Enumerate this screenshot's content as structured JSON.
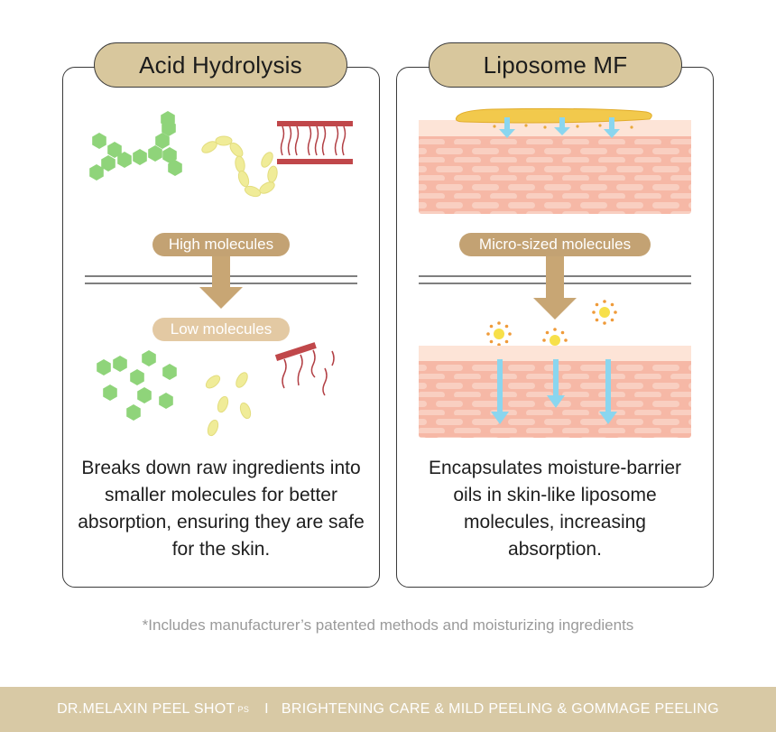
{
  "left_panel": {
    "title": "Acid Hydrolysis",
    "tag_top": "High molecules",
    "tag_bottom": "Low molecules",
    "description": "Breaks down raw ingredients into smaller molecules for better absorption, ensuring they are safe for the skin."
  },
  "right_panel": {
    "title": "Liposome MF",
    "tag_top": "Micro-sized molecules",
    "description": "Encapsulates moisture-barrier oils in skin-like liposome molecules, increasing absorption."
  },
  "note": "*Includes manufacturer’s patented methods and moisturizing ingredients",
  "footer": {
    "brand": "DR.MELAXIN PEEL SHOT",
    "brand_sup": "PS",
    "separator": "I",
    "tagline": "BRIGHTENING CARE & MILD PEELING & GOMMAGE PEELING"
  },
  "colors": {
    "title_pill": "#d8c79d",
    "tag_dark": "#c3a273",
    "tag_light": "#e3c9a3",
    "hexagon_green": "#8fd47a",
    "ellipse_yellow": "#f0ec98",
    "lipid_red": "#c0474a",
    "skin_pink": "#f6b8a6",
    "arrow_blue": "#8ad6ef",
    "arrow_tan": "#c8a674",
    "footer_band": "#d8c9a5"
  },
  "icons": [
    "hexagon-chain-icon",
    "ellipse-chain-icon",
    "lipid-bilayer-icon",
    "skin-layer-icon",
    "liposome-sun-icon",
    "down-arrow-icon"
  ]
}
